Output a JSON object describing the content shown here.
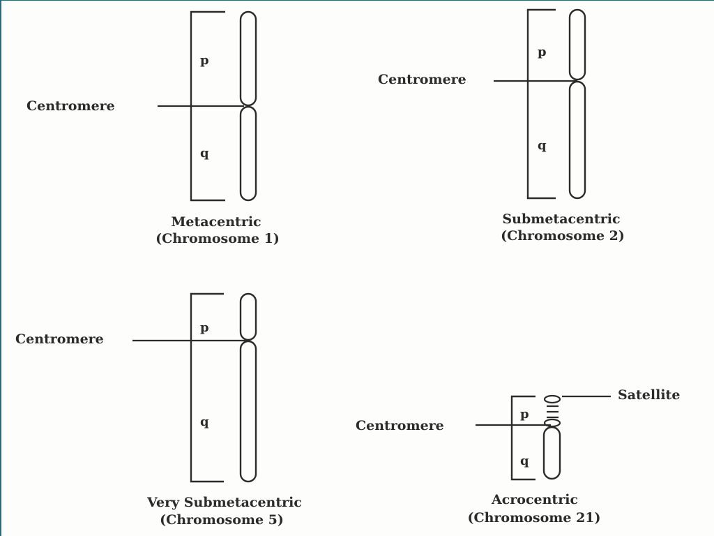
{
  "diagram": {
    "panels": [
      {
        "key": "metacentric",
        "centromere_label": "Centromere",
        "p_label": "p",
        "q_label": "q",
        "caption_line1": "Metacentric",
        "caption_line2": "(Chromosome 1)"
      },
      {
        "key": "submetacentric",
        "centromere_label": "Centromere",
        "p_label": "p",
        "q_label": "q",
        "caption_line1": "Submetacentric",
        "caption_line2": "(Chromosome 2)"
      },
      {
        "key": "very-submetacentric",
        "centromere_label": "Centromere",
        "p_label": "p",
        "q_label": "q",
        "caption_line1": "Very Submetacentric",
        "caption_line2": "(Chromosome 5)"
      },
      {
        "key": "acrocentric",
        "centromere_label": "Centromere",
        "p_label": "p",
        "q_label": "q",
        "satellite_label": "Satellite",
        "caption_line1": "Acrocentric",
        "caption_line2": "(Chromosome 21)"
      }
    ],
    "colors": {
      "ink": "#2b2b2b",
      "background": "#fdfdfb",
      "frame_edge": "#2f6a72"
    }
  }
}
